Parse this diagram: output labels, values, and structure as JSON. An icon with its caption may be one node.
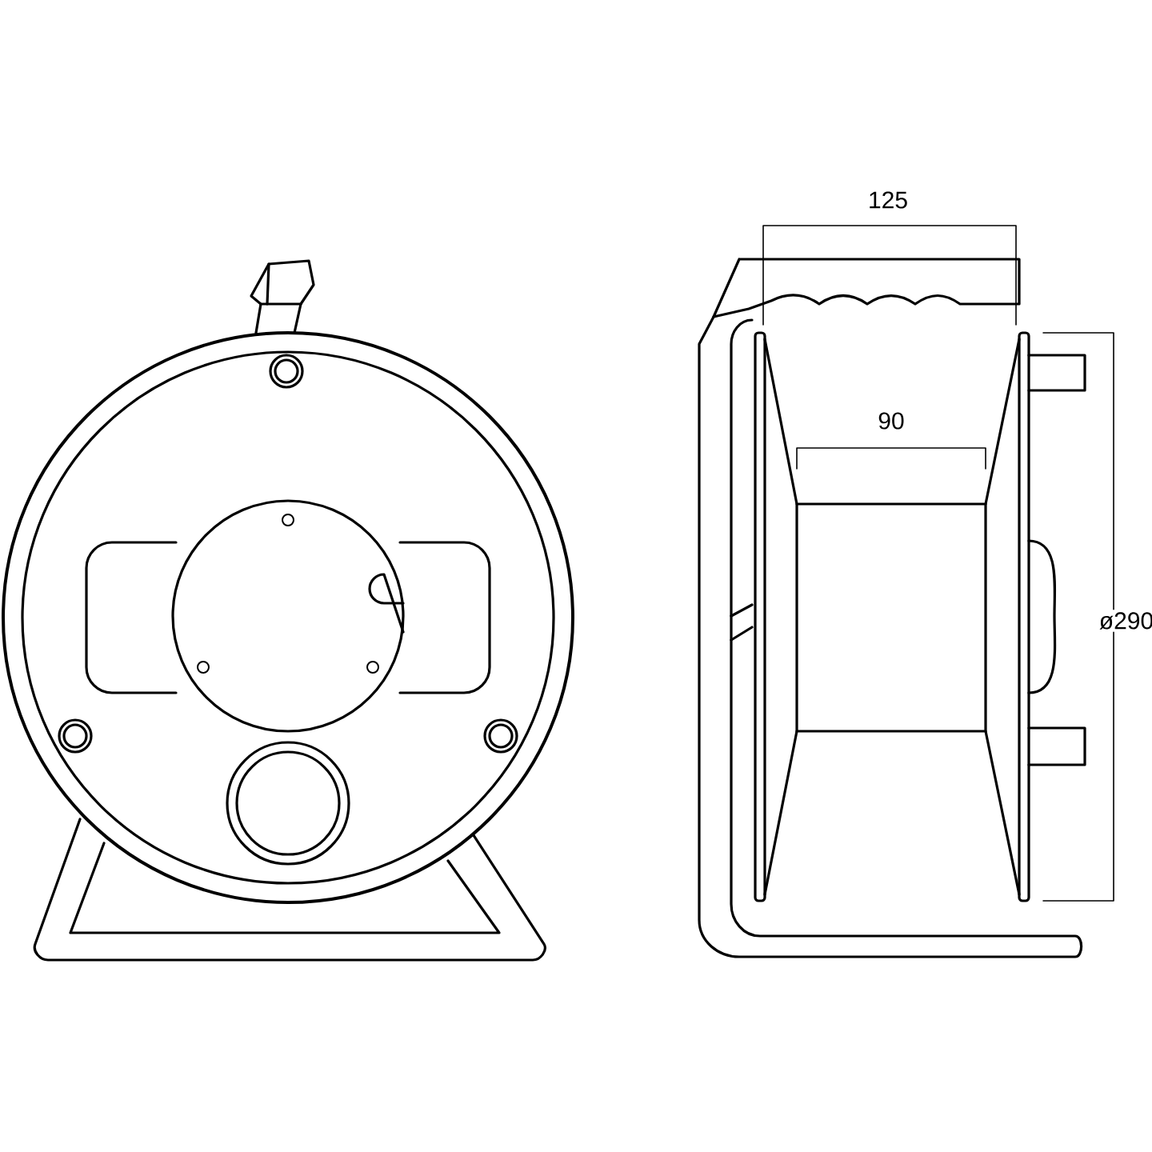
{
  "diagram": {
    "labels": [
      "125",
      "90",
      "ø290"
    ]
  }
}
